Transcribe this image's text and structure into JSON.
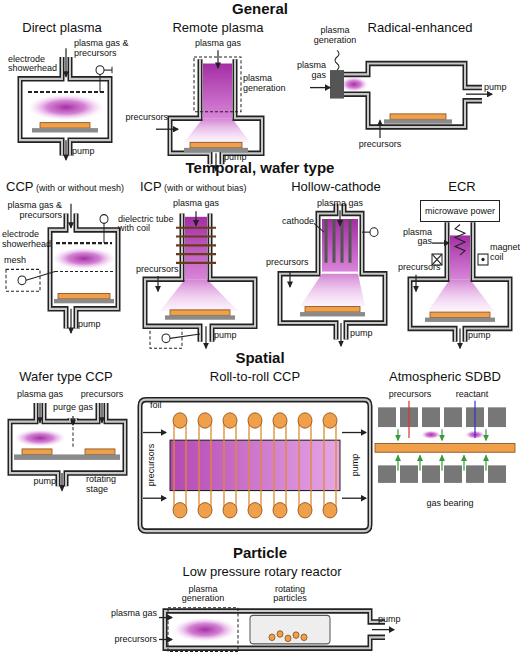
{
  "diagram": {
    "nodes": [
      {
        "text": [
          "microwave power"
        ]
      }
    ],
    "labels": [
      "General",
      "Direct plasma",
      "Remote plasma",
      "Radical-enhanced",
      "plasma gas & precursors",
      "electrode showerhead",
      "pump",
      "plasma gas",
      "precursors",
      "plasma generation",
      "pump",
      "plasma generation",
      "plasma gas",
      "precursors",
      "pump",
      "Temporal, wafer type",
      "CCP",
      "(with or without mesh)",
      "ICP",
      "(with or without bias)",
      "Hollow-cathode",
      "ECR",
      "plasma gas & precursors",
      "electrode showerhead",
      "mesh",
      "pump",
      "plasma gas",
      "dielectric tube with coil",
      "precursors",
      "pump",
      "plasma gas",
      "cathode",
      "precursors",
      "pump",
      "plasma gas",
      "magnet coil",
      "precursors",
      "pump",
      "Spatial",
      "Wafer type CCP",
      "Roll-to-roll CCP",
      "Atmospheric SDBD",
      "plasma gas",
      "precursors",
      "purge gas",
      "pump",
      "rotating stage",
      "foil",
      "precursors",
      "pump",
      "precursors",
      "reactant",
      "gas bearing",
      "Particle",
      "Low pressure rotary reactor",
      "plasma generation",
      "rotating particles",
      "plasma gas",
      "precursors",
      "pump"
    ]
  }
}
